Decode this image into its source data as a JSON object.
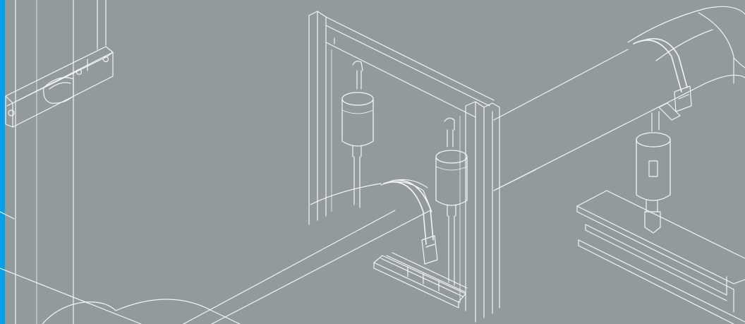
{
  "colors": {
    "background": "#939a9c",
    "line": "#f2f4f4",
    "accent": "#0a9ee8",
    "can_fill": "#a4aaac"
  },
  "illustration": {
    "subject": "pipe-hanger-and-support-line-drawing",
    "components": [
      "vertical-riser-pipe",
      "riser-clamp",
      "pipe-elbow",
      "horizontal-pipe",
      "support-frame",
      "spring-hanger",
      "pipe-clamp",
      "roller-support",
      "steel-beam"
    ]
  }
}
